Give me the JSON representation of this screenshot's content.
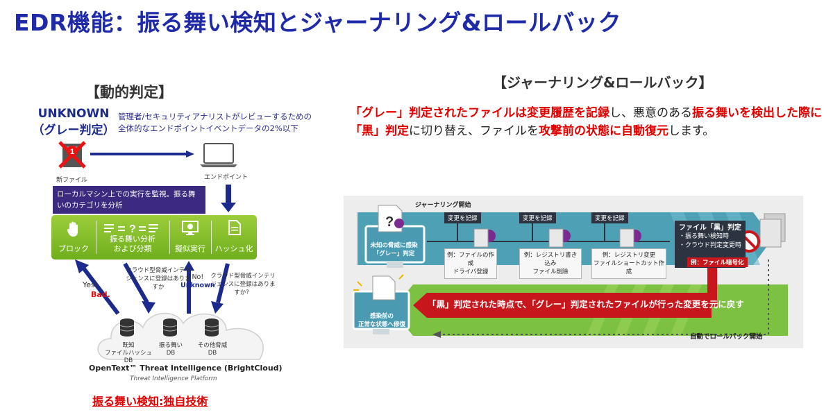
{
  "title": "EDR機能：振る舞い検知とジャーナリング&ロールバック",
  "left": {
    "heading": "【動的判定】",
    "unknown_line1": "UNKNOWN",
    "unknown_line2": "（グレー判定）",
    "unknown_desc": "管理者/セキュリティアナリストがレビューするための全体的なエンドポイントイベントデータの2%以下",
    "newfile_badge": "1",
    "newfile_label": "新ファイル",
    "endpoint_label": "エンドポイント",
    "callout": "ローカルマシン上での実行を監視。振る舞いのカテゴリを分析",
    "segments": [
      {
        "label": "ブロック"
      },
      {
        "label_line1": "振る舞い分析",
        "label_line2": "および分類"
      },
      {
        "label": "擬似実行"
      },
      {
        "label": "ハッシュ化"
      }
    ],
    "note_hash": "クラウド型脅威インテリジェンスに登録はありますか",
    "note_threat": "クラウド型脅威インテリジェンスに登録はありますか？",
    "yes": "Yes!",
    "bad": "Bad.",
    "no_line1": "No!",
    "no_line2": "Unknown",
    "db": [
      {
        "line1": "既知",
        "line2": "ファイルハッシュDB"
      },
      {
        "line1": "振る舞い",
        "line2": "DB"
      },
      {
        "line1": "その他脅威",
        "line2": "DB"
      }
    ],
    "platform_title": "OpenText™ Threat Intelligence (BrightCloud)",
    "platform_sub": "Threat Intelligence Platform",
    "footer": "振る舞い検知:独自技術"
  },
  "right": {
    "heading": "【ジャーナリング&ロールバック】",
    "desc_parts": [
      {
        "text": "「グレー」判定されたファイルは変更履歴を記録",
        "red": true
      },
      {
        "text": "し、悪意のある",
        "red": false
      },
      {
        "text": "振る舞いを検出した際に「黒」判定",
        "red": true
      },
      {
        "text": "に切り替え、ファイルを",
        "red": false
      },
      {
        "text": "攻撃前の状態に自動復元",
        "red": true
      },
      {
        "text": "します。",
        "red": false
      }
    ],
    "journaling_start": "ジャーナリング開始",
    "record_tag": "変更を記録",
    "unknown_threat_l1": "未知の脅威に感染",
    "unknown_threat_l2": "「グレー」判定",
    "examples": [
      {
        "l1": "例：ファイルの作成",
        "l2": "ドライバ登録"
      },
      {
        "l1": "例：レジストリ書き込み",
        "l2": "ファイル削除"
      },
      {
        "l1": "例：レジストリ変更",
        "l2": "ファイルショートカット作成"
      }
    ],
    "verdict_title": "ファイル「黒」判定",
    "verdict_item1": "・振る舞い検知時",
    "verdict_item2": "・クラウド判定変更時",
    "verdict_example": "例：ファイル暗号化",
    "restore_banner": "「黒」判定された時点で、「グレー」判定されたファイルが行った変更を元に戻す",
    "safe_l1": "感染前の",
    "safe_l2": "正常な状態へ修復",
    "auto_rollback": "自動でロールバック開始"
  },
  "colors": {
    "title_blue": "#1f2aa8",
    "accent_red": "#e00000",
    "green": "#8cc63f",
    "navy": "#1b2a8c",
    "callout_purple": "#3b2a7f",
    "dark_tag": "#2b3440",
    "teal_screen": "#4a9bb2",
    "purple_virus": "#7b2b8f"
  }
}
